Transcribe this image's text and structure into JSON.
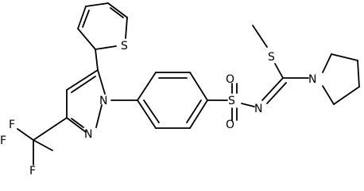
{
  "atoms": {
    "thiophene_s": "S",
    "pyrazole_n1": "N",
    "pyrazole_n2": "N",
    "f_top": "F",
    "f_left": "F",
    "f_bottom": "F",
    "sulfonyl_s": "S",
    "sulfonyl_o_top": "O",
    "sulfonyl_o_bottom": "O",
    "imine_n": "N",
    "thioether_s": "S",
    "pyrrolidine_n": "N"
  },
  "colors": {
    "bond": "#000000",
    "label": "#000000",
    "background": "#ffffff"
  }
}
